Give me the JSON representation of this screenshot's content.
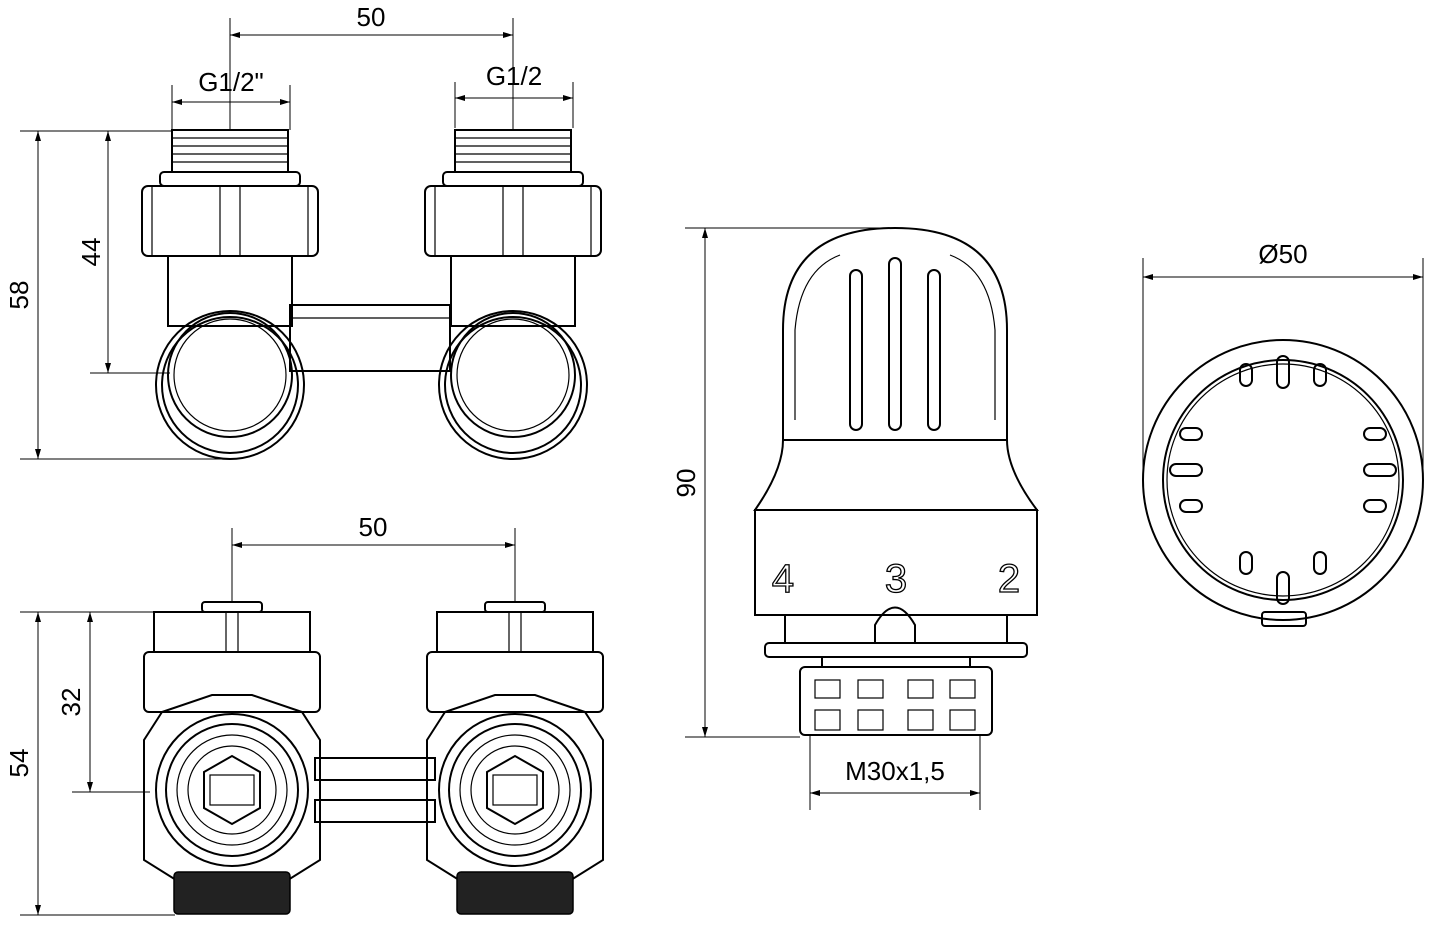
{
  "top_view": {
    "spacing": "50",
    "thread_left": "G1/2\"",
    "thread_right": "G1/2",
    "height_total": "58",
    "height_axis": "44"
  },
  "front_view": {
    "spacing": "50",
    "height_total": "54",
    "height_axis": "32"
  },
  "thermostat_head": {
    "height": "90",
    "scale_marks": [
      "4",
      "3",
      "2"
    ],
    "thread": "M30x1,5"
  },
  "head_top_view": {
    "diameter": "Ø50"
  }
}
